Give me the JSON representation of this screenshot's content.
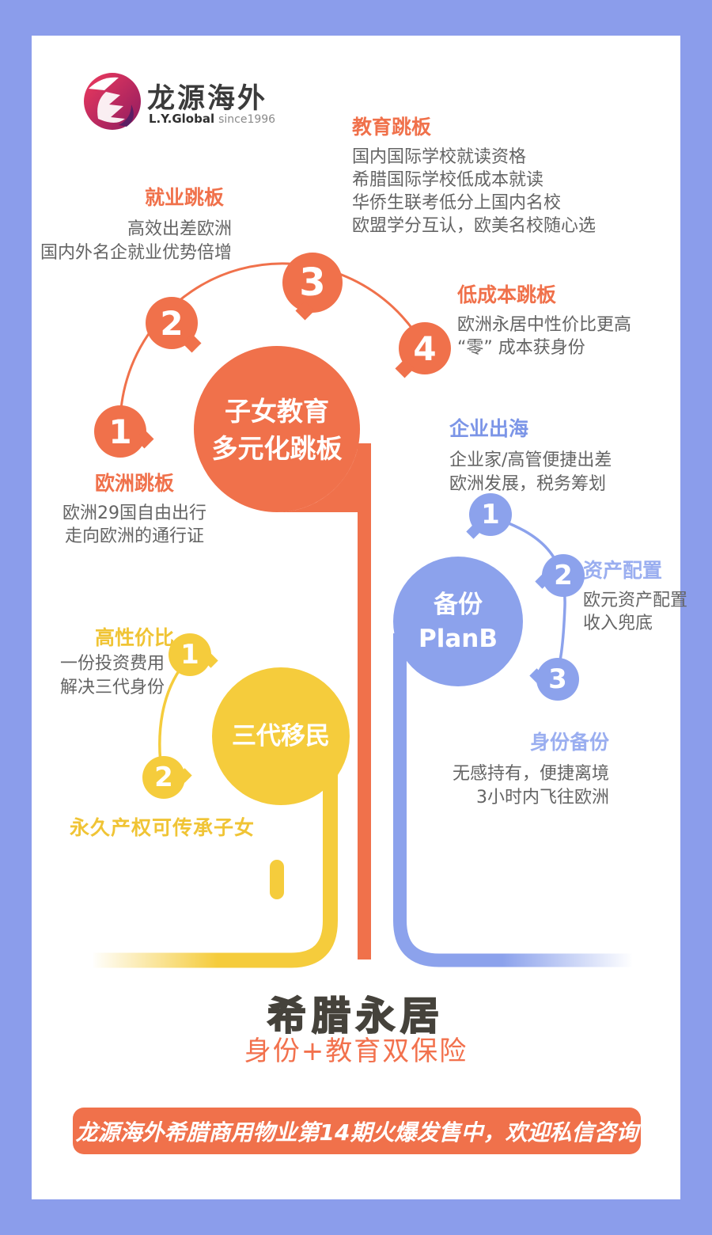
{
  "logo": {
    "brand": "龙源海外",
    "sub_bold": "L.Y.Global",
    "sub_light": "since1996"
  },
  "sections": {
    "education": {
      "title": "教育跳板",
      "lines": [
        "国内国际学校就读资格",
        "希腊国际学校低成本就读",
        "华侨生联考低分上国内名校",
        "欧盟学分互认，欧美名校随心选"
      ]
    },
    "employment": {
      "title": "就业跳板",
      "lines": [
        "高效出差欧洲",
        "国内外名企就业优势倍增"
      ]
    },
    "low_cost": {
      "title": "低成本跳板",
      "lines": [
        "欧洲永居中性价比更高",
        "“零” 成本获身份"
      ]
    },
    "europe": {
      "title": "欧洲跳板",
      "lines": [
        "欧洲29国自由出行",
        "走向欧洲的通行证"
      ]
    },
    "enterprise": {
      "title": "企业出海",
      "lines": [
        "企业家/高管便捷出差",
        "欧洲发展，税务筹划"
      ]
    },
    "asset": {
      "title": "资产配置",
      "lines": [
        "欧元资产配置",
        "收入兜底"
      ]
    },
    "identity": {
      "title": "身份备份",
      "lines": [
        "无感持有，便捷离境",
        "3小时内飞往欧洲"
      ]
    },
    "value": {
      "title": "高性价比",
      "lines": [
        "一份投资费用",
        "解决三代身份"
      ]
    },
    "heritage": {
      "title": "永久产权可传承子女"
    }
  },
  "hubs": {
    "education_hub": {
      "line1": "子女教育",
      "line2": "多元化跳板"
    },
    "backup_hub": {
      "line1": "备份",
      "line2": "PlanB"
    },
    "generation_hub": {
      "line1": "三代移民"
    }
  },
  "bubbles": {
    "orange": [
      "1",
      "2",
      "3",
      "4"
    ],
    "blue": [
      "1",
      "2",
      "3"
    ],
    "yellow": [
      "1",
      "2"
    ]
  },
  "footer": {
    "title": "希腊永居",
    "subtitle": "身份+教育双保险",
    "banner": "龙源海外希腊商用物业第14期火爆发售中，欢迎私信咨询"
  },
  "colors": {
    "orange": "#F0714B",
    "yellow": "#F5CC3C",
    "blue": "#8CA2EC",
    "border": "#8B9DEB",
    "title_dark": "#45423B"
  }
}
